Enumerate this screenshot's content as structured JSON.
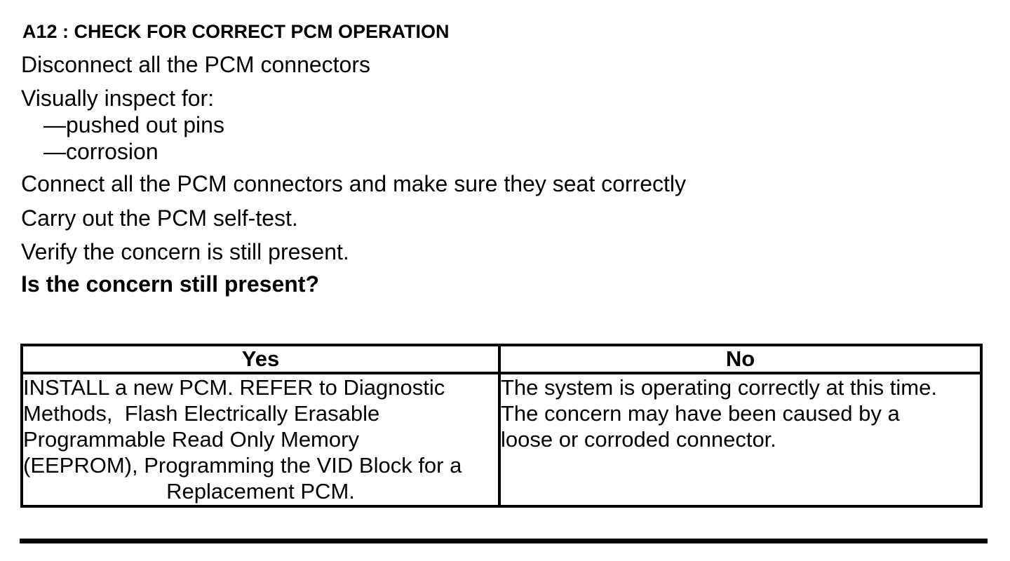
{
  "doc": {
    "title": "A12 : CHECK FOR CORRECT PCM OPERATION",
    "steps": {
      "disconnect": "Disconnect all the PCM connectors",
      "inspect_intro": "Visually inspect for:",
      "inspect_item_pins": "—pushed out pins",
      "inspect_item_corrosion": "—corrosion",
      "connect": "Connect all the PCM connectors and make sure they seat correctly",
      "selftest": "Carry out the PCM self-test.",
      "verify": "Verify the concern is still present."
    },
    "question": "Is the concern still present?",
    "result_table": {
      "yes_header": "Yes",
      "no_header": "No",
      "yes_lines": [
        "INSTALL a new PCM. REFER to Diagnostic",
        "Methods,  Flash Electrically Erasable",
        "Programmable Read Only Memory",
        "(EEPROM), Programming the VID Block for a",
        "Replacement PCM."
      ],
      "no_lines": [
        "The system is operating correctly at this time.",
        "The concern may have been caused by a",
        "loose or corroded connector."
      ]
    },
    "colors": {
      "text": "#000000",
      "background": "#ffffff",
      "border": "#000000"
    }
  }
}
